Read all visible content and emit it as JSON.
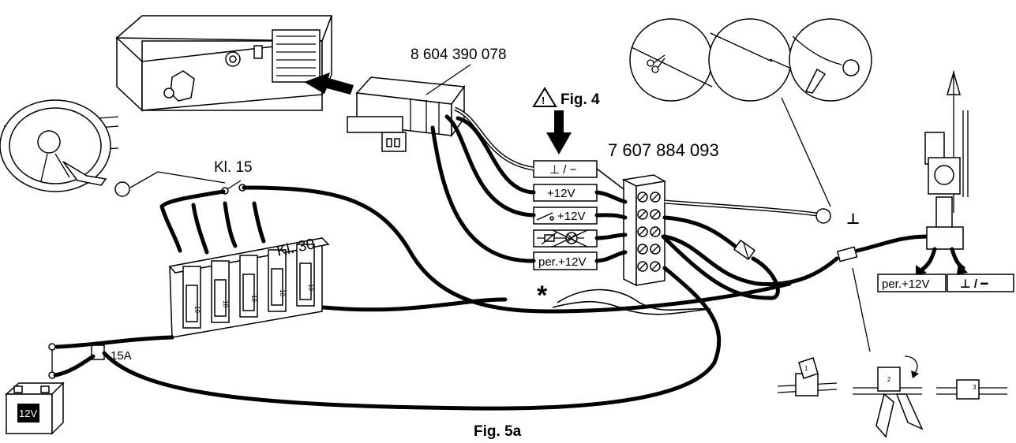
{
  "labels": {
    "connector_part_number": "8 604 390 078",
    "terminal_block_part_number": "7 607 884 093",
    "warning_fig_ref": "Fig. 4",
    "ignition_terminal": "Kl. 15",
    "battery_terminal": "Kl. 30",
    "fuse_rating": "15A",
    "battery_voltage": "12V",
    "figure_caption": "Fig. 5a",
    "asterisk": "*",
    "ground_symbol": "⊥",
    "ground_minus": "⊥ / −"
  },
  "terminal_labels": [
    {
      "text": "⊥ / −"
    },
    {
      "text": "+12V"
    },
    {
      "text": "+12V",
      "has_switch_glyph": true
    },
    {
      "text": "",
      "crossed_out": true
    },
    {
      "text": "per.+12V"
    }
  ],
  "antenna_labels": {
    "permanent_plus": "per.+12V",
    "ground": "⊥ / ━"
  },
  "crimp_steps": [
    "1",
    "2",
    "3"
  ],
  "fuse_panel_values": [
    "10",
    "10",
    "10",
    "10",
    "10"
  ],
  "colors": {
    "ink": "#000000",
    "paper": "#ffffff"
  },
  "icons": [
    "warning-triangle-icon",
    "arrow-down-icon",
    "arrow-left-icon",
    "scissors-icon",
    "ground-icon",
    "switch-icon",
    "lamp-icon"
  ]
}
